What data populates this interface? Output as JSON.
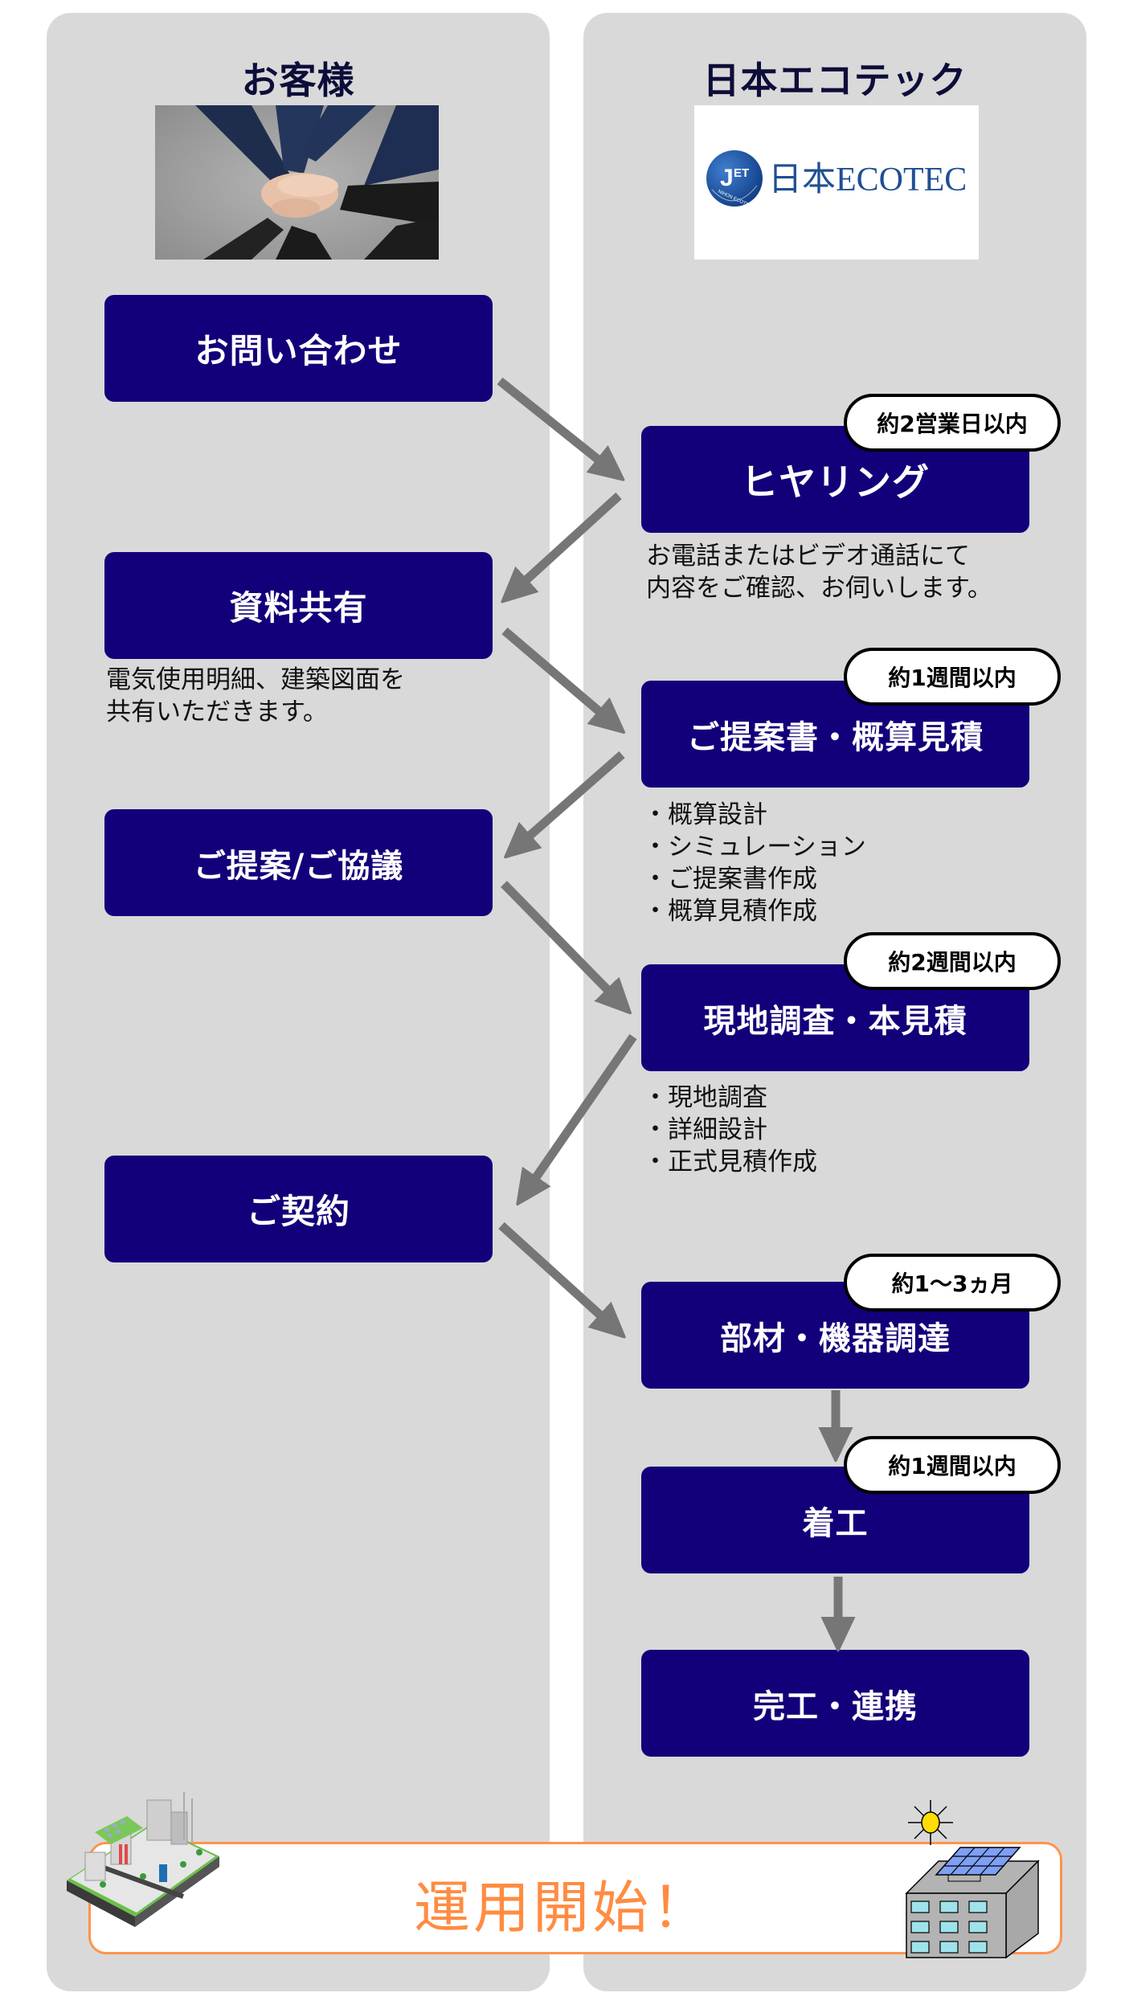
{
  "columns": {
    "customer": {
      "title": "お客様",
      "image": "team-hands-photo"
    },
    "company": {
      "title": "日本エコテック",
      "logo": {
        "emblem": "JET",
        "ring_text": "NIHON ECOTECH",
        "wordmark": "日本ECOTEC"
      }
    }
  },
  "customer_steps": [
    {
      "label": "お問い合わせ"
    },
    {
      "label": "資料共有",
      "note": [
        "電気使用明細、建築図面を",
        "共有いただきます。"
      ]
    },
    {
      "label": "ご提案/ご協議"
    },
    {
      "label": "ご契約"
    }
  ],
  "company_steps": [
    {
      "label": "ヒヤリング",
      "badge": "約2営業日以内",
      "note": [
        "お電話またはビデオ通話にて",
        "内容をご確認、お伺いします。"
      ]
    },
    {
      "label": "ご提案書・概算見積",
      "badge": "約1週間以内",
      "bullets": [
        "・概算設計",
        "・シミュレーション",
        "・ご提案書作成",
        "・概算見積作成"
      ]
    },
    {
      "label": "現地調査・本見積",
      "badge": "約2週間以内",
      "bullets": [
        "・現地調査",
        "・詳細設計",
        "・正式見積作成"
      ]
    },
    {
      "label": "部材・機器調達",
      "badge": "約1〜3ヵ月"
    },
    {
      "label": "着工",
      "badge": "約1週間以内"
    },
    {
      "label": "完工・連携"
    }
  ],
  "banner": {
    "text": "運用開始！",
    "left_icon": "smart-city-illustration",
    "right_icon": "solar-building-icon"
  },
  "colors": {
    "panel": "#d9d9d9",
    "step": "#12007a",
    "arrow": "#767676",
    "banner_accent": "#ff8c42",
    "title": "#0d0d3a"
  }
}
